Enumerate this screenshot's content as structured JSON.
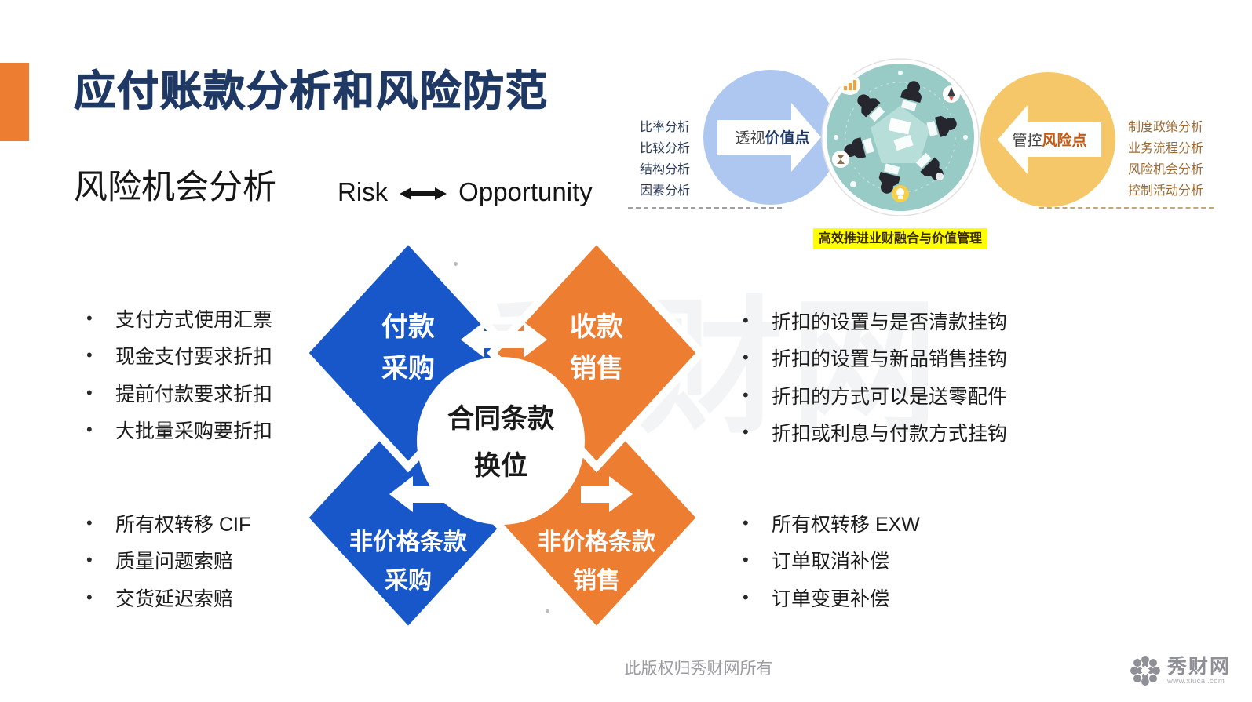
{
  "slide": {
    "title": "应付账款分析和风险防范",
    "subtitle": "风险机会分析",
    "risk_opportunity": {
      "left": "Risk",
      "right": "Opportunity"
    }
  },
  "top_diagram": {
    "left_list": [
      "比率分析",
      "比较分析",
      "结构分析",
      "因素分析"
    ],
    "blue_bubble": {
      "prefix": "透视",
      "highlight": "价值点"
    },
    "yellow_bubble": {
      "prefix": "管控",
      "highlight": "风险点"
    },
    "right_list": [
      "制度政策分析",
      "业务流程分析",
      "风险机会分析",
      "控制活动分析"
    ],
    "banner": "高效推进业财融合与价值管理"
  },
  "matrix": {
    "top_left": {
      "line1": "付款",
      "line2": "采购"
    },
    "top_right": {
      "line1": "收款",
      "line2": "销售"
    },
    "bottom_left": {
      "line1": "非价格条款",
      "line2": "采购"
    },
    "bottom_right": {
      "line1": "非价格条款",
      "line2": "销售"
    },
    "center": {
      "line1": "合同条款",
      "line2": "换位"
    }
  },
  "bullets": {
    "top_left": [
      "支付方式使用汇票",
      "现金支付要求折扣",
      "提前付款要求折扣",
      "大批量采购要折扣"
    ],
    "bottom_left": [
      "所有权转移 CIF",
      "质量问题索赔",
      "交货延迟索赔"
    ],
    "top_right": [
      "折扣的设置与是否清款挂钩",
      "折扣的设置与新品销售挂钩",
      "折扣的方式可以是送零配件",
      "折扣或利息与付款方式挂钩"
    ],
    "bottom_right": [
      "所有权转移 EXW",
      "订单取消补偿",
      "订单变更补偿"
    ]
  },
  "footer": {
    "copyright": "此版权归秀财网所有"
  },
  "logo": {
    "name": "秀财网",
    "url": "www.xiucai.com"
  },
  "watermark": {
    "text": "秀财网"
  },
  "colors": {
    "accent_orange": "#ED7D31",
    "diamond_blue": "#1757C9",
    "diamond_orange": "#ED7D31",
    "title_navy": "#1F3864",
    "bubble_blue": "#AEC7F0",
    "bubble_yellow": "#F6C768",
    "teal": "#98CBC6",
    "value_navy": "#1F3864",
    "risk_orange": "#C55A11",
    "list_navy": "#2B3A55",
    "list_brown": "#9C6B33",
    "banner_bg": "#FFFF00",
    "banner_text": "#3A2A00",
    "footer_gray": "#9B9BA1",
    "logo_gray": "#8F8F98"
  }
}
